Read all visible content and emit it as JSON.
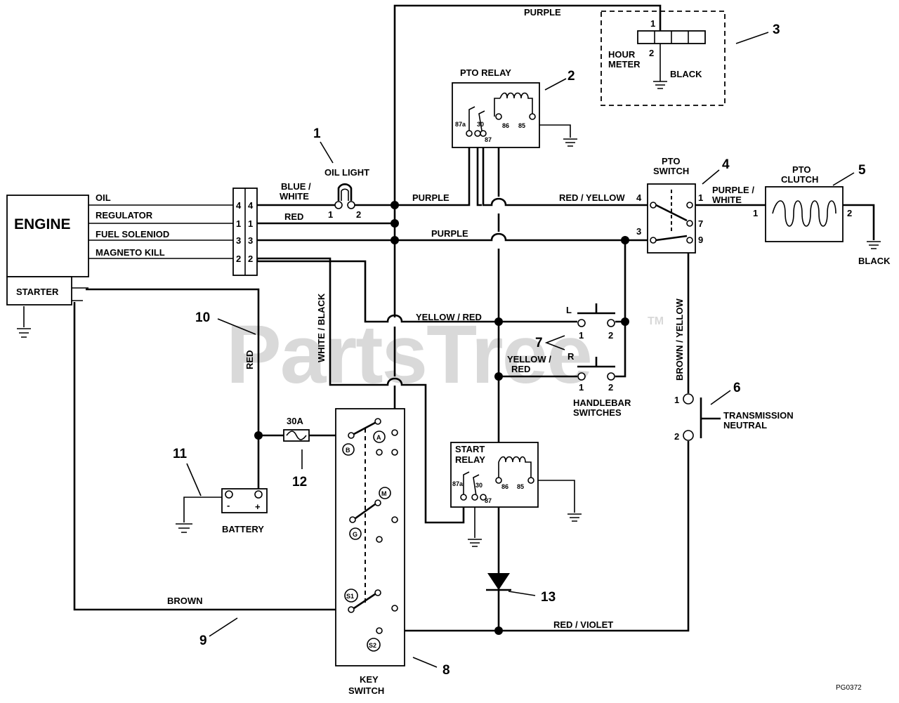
{
  "watermark": "PartsTree",
  "watermark_tm": "TM",
  "figure_code": "PG0372",
  "components": {
    "engine": "ENGINE",
    "starter": "STARTER",
    "oil_light": "OIL LIGHT",
    "pto_relay": "PTO RELAY",
    "hour_meter_line1": "HOUR",
    "hour_meter_line2": "METER",
    "pto_switch_line1": "PTO",
    "pto_switch_line2": "SWITCH",
    "pto_clutch_line1": "PTO",
    "pto_clutch_line2": "CLUTCH",
    "handlebar_line1": "HANDLEBAR",
    "handlebar_line2": "SWITCHES",
    "transmission_line1": "TRANSMISSION",
    "transmission_line2": "NEUTRAL",
    "start_relay_line1": "START",
    "start_relay_line2": "RELAY",
    "battery": "BATTERY",
    "fuse": "30A",
    "key_switch_line1": "KEY",
    "key_switch_line2": "SWITCH"
  },
  "engine_wires": [
    "OIL",
    "REGULATOR",
    "FUEL SOLENIOD",
    "MAGNETO KILL"
  ],
  "wire_labels": {
    "purple_top": "PURPLE",
    "purple_mid": "PURPLE",
    "purple_low": "PURPLE",
    "blue_white_1": "BLUE /",
    "blue_white_2": "WHITE",
    "red_top": "RED",
    "red_yellow": "RED / YELLOW",
    "purple_white_1": "PURPLE /",
    "purple_white_2": "WHITE",
    "black_meter": "BLACK",
    "black_clutch": "BLACK",
    "yellow_red": "YELLOW / RED",
    "yellow_red_2a": "YELLOW /",
    "yellow_red_2b": "RED",
    "white_black": "WHITE / BLACK",
    "red_vertical": "RED",
    "brown_yellow": "BROWN / YELLOW",
    "brown": "BROWN",
    "red_violet": "RED / VIOLET"
  },
  "terminals": {
    "connector_left": [
      "4",
      "1",
      "3",
      "2"
    ],
    "connector_right": [
      "4",
      "1",
      "3",
      "2"
    ],
    "oil_light": [
      "1",
      "2"
    ],
    "relay": [
      "87a",
      "30",
      "87",
      "86",
      "85"
    ],
    "hour_meter": [
      "1",
      "2"
    ],
    "pto_switch": [
      "4",
      "1",
      "7",
      "3",
      "9"
    ],
    "pto_clutch": [
      "1",
      "2"
    ],
    "handlebar_left": "L",
    "handlebar_right": "R",
    "handlebar_pins": [
      "1",
      "2",
      "1",
      "2"
    ],
    "transmission": [
      "1",
      "2"
    ],
    "battery": [
      "-",
      "+"
    ],
    "key_switch": [
      "B",
      "A",
      "M",
      "G",
      "S1",
      "S2"
    ]
  },
  "callouts": [
    "1",
    "2",
    "3",
    "4",
    "5",
    "6",
    "7",
    "8",
    "9",
    "10",
    "11",
    "12",
    "13"
  ]
}
